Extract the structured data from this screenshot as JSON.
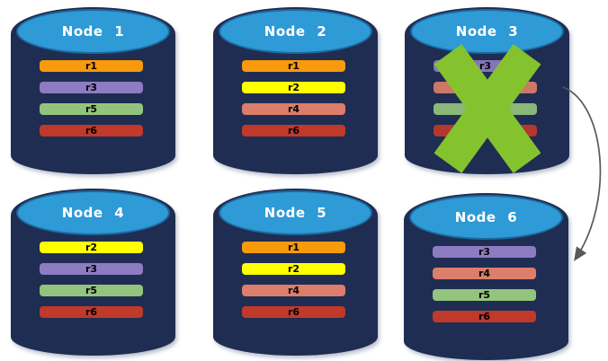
{
  "colors": {
    "node_body": "#1F2D52",
    "node_top": "#2E9AD6",
    "cross": "#84C32D",
    "arrow": "#595959"
  },
  "nodes": [
    {
      "title": "Node 1",
      "failed": false,
      "replicas": [
        {
          "label": "r1",
          "color": "#F79A0B"
        },
        {
          "label": "r3",
          "color": "#8E7CC3"
        },
        {
          "label": "r5",
          "color": "#93C47D"
        },
        {
          "label": "r6",
          "color": "#C0392B"
        }
      ]
    },
    {
      "title": "Node 2",
      "failed": false,
      "replicas": [
        {
          "label": "r1",
          "color": "#F79A0B"
        },
        {
          "label": "r2",
          "color": "#FFFF00"
        },
        {
          "label": "r4",
          "color": "#DC7E6B"
        },
        {
          "label": "r6",
          "color": "#C0392B"
        }
      ]
    },
    {
      "title": "Node 3",
      "failed": true,
      "replicas": [
        {
          "label": "r3",
          "color": "#8E7CC3"
        },
        {
          "label": "",
          "color": "#DC7E6B"
        },
        {
          "label": "",
          "color": "#93C47D"
        },
        {
          "label": "",
          "color": "#C0392B"
        }
      ]
    },
    {
      "title": "Node 4",
      "failed": false,
      "replicas": [
        {
          "label": "r2",
          "color": "#FFFF00"
        },
        {
          "label": "r3",
          "color": "#8E7CC3"
        },
        {
          "label": "r5",
          "color": "#93C47D"
        },
        {
          "label": "r6",
          "color": "#C0392B"
        }
      ]
    },
    {
      "title": "Node 5",
      "failed": false,
      "replicas": [
        {
          "label": "r1",
          "color": "#F79A0B"
        },
        {
          "label": "r2",
          "color": "#FFFF00"
        },
        {
          "label": "r4",
          "color": "#DC7E6B"
        },
        {
          "label": "r6",
          "color": "#C0392B"
        }
      ]
    },
    {
      "title": "Node 6",
      "failed": false,
      "replicas": [
        {
          "label": "r3",
          "color": "#8E7CC3"
        },
        {
          "label": "r4",
          "color": "#DC7E6B"
        },
        {
          "label": "r5",
          "color": "#93C47D"
        },
        {
          "label": "r6",
          "color": "#C0392B"
        }
      ]
    }
  ],
  "arrow": {
    "from": "Node 3",
    "to": "Node 6",
    "color": "#595959"
  }
}
